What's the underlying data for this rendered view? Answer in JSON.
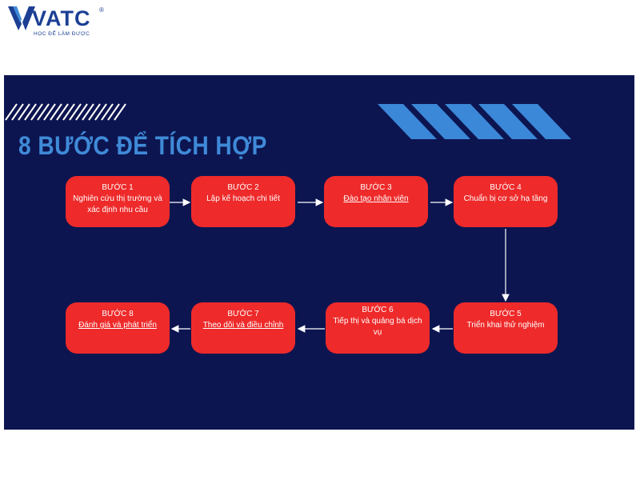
{
  "logo": {
    "name": "VATC",
    "registered": "®",
    "tagline": "HỌC ĐỂ LÀM ĐƯỢC"
  },
  "title": "8 BƯỚC ĐỂ TÍCH HỢP",
  "colors": {
    "panel_background": "#0c1550",
    "title": "#3f8ad8",
    "step_box": "#ee2a2a",
    "stripes": "#3b87d8",
    "arrows": "#ffffff",
    "logo": "#1c3f94"
  },
  "steps": [
    {
      "label": "BƯỚC 1",
      "text": "Nghiên cứu thị trường và xác định nhu cầu"
    },
    {
      "label": "BƯỚC 2",
      "text": "Lập kế hoạch chi tiết"
    },
    {
      "label": "BƯỚC 3",
      "text": "Đào tạo nhân viên"
    },
    {
      "label": "BƯỚC 4",
      "text": "Chuẩn bị cơ sở hạ tầng"
    },
    {
      "label": "BƯỚC 5",
      "text": "Triển khai thử nghiệm"
    },
    {
      "label": "BƯỚC 6",
      "text": "Tiếp thị và quảng bá dịch vụ"
    },
    {
      "label": "BƯỚC 7",
      "text": "Theo dõi và điều chỉnh"
    },
    {
      "label": "BƯỚC 8",
      "text": "Đánh giá và phát triển"
    }
  ],
  "flow": [
    {
      "from": "BƯỚC 1",
      "to": "BƯỚC 2"
    },
    {
      "from": "BƯỚC 2",
      "to": "BƯỚC 3"
    },
    {
      "from": "BƯỚC 3",
      "to": "BƯỚC 4"
    },
    {
      "from": "BƯỚC 4",
      "to": "BƯỚC 5"
    },
    {
      "from": "BƯỚC 5",
      "to": "BƯỚC 6"
    },
    {
      "from": "BƯỚC 6",
      "to": "BƯỚC 7"
    },
    {
      "from": "BƯỚC 7",
      "to": "BƯỚC 8"
    }
  ]
}
